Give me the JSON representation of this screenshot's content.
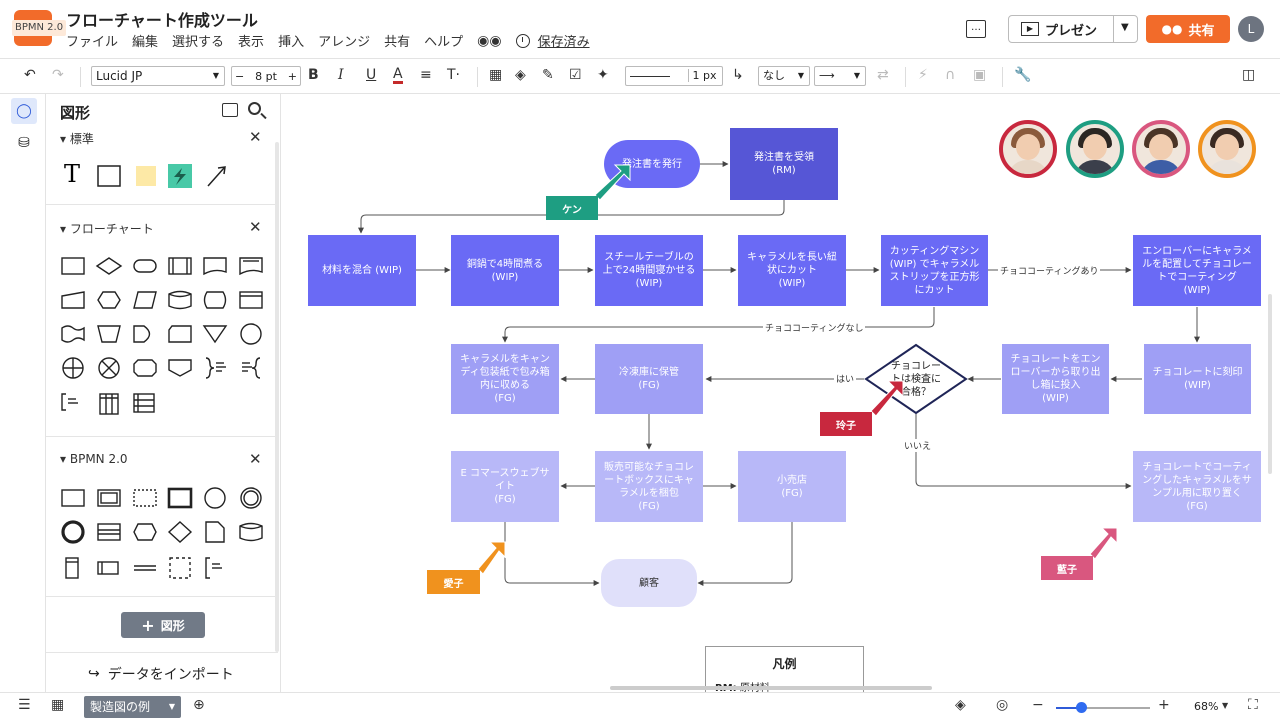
{
  "app": {
    "logo_label": "BPMN 2.0",
    "doc_title": "フローチャート作成ツール",
    "menu": [
      "ファイル",
      "編集",
      "選択する",
      "表示",
      "挿入",
      "アレンジ",
      "共有",
      "ヘルプ"
    ],
    "saved_label": "保存済み",
    "present_label": "プレゼン",
    "share_label": "共有",
    "user_initial": "L",
    "brand_color": "#f26b2a"
  },
  "toolbar": {
    "font": "Lucid JP",
    "font_size": "8 pt",
    "line_width": "1 px",
    "line_start": "なし"
  },
  "panel": {
    "title": "図形",
    "sections": {
      "standard": "標準",
      "flowchart": "フローチャート",
      "bpmn": "BPMN 2.0"
    },
    "add_shape": "図形",
    "import": "データをインポート"
  },
  "canvas": {
    "nodes": {
      "start": "発注書を発行",
      "receive": "発注書を受領\n(RM)",
      "mix": "材料を混合 (WIP)",
      "boil": "銅鍋で4時間煮る\n(WIP)",
      "cool": "スチールテーブルの上で24時間寝かせる\n(WIP)",
      "cut_strip": "キャラメルを長い紐状にカット\n(WIP)",
      "cut_square": "カッティングマシン (WIP) でキャラメルストリップを正方形にカット",
      "enrober": "エンローバーにキャラメルを配置してチョコレートでコーティング\n(WIP)",
      "wrap": "キャラメルをキャンディ包装紙で包み箱内に収める\n(FG)",
      "fridge": "冷凍庫に保管\n(FG)",
      "decision": "チョコレートは検査に合格？",
      "boxing": "チョコレートをエンローバーから取り出し箱に投入\n(WIP)",
      "engrave": "チョコレートに刻印\n(WIP)",
      "ecommerce": "E コマースウェブサイト\n(FG)",
      "pack": "販売可能なチョコレートボックスにキャラメルを梱包\n(FG)",
      "retail": "小売店\n(FG)",
      "sample": "チョコレートでコーティングしたキャラメルをサンプル用に取り置く\n(FG)",
      "customer": "顧客"
    },
    "edge_labels": {
      "coat_yes": "チョココーティングあり",
      "coat_no": "チョココーティングなし",
      "yes": "はい",
      "no": "いいえ"
    },
    "tags": {
      "ken": "ケン",
      "reiko": "玲子",
      "aiko": "愛子",
      "ranko": "藍子"
    },
    "legend": {
      "title": "凡例",
      "item_key": "RM:",
      "item_value": "原材料"
    },
    "colors": {
      "tag_ken": "#1e9e82",
      "tag_reiko": "#c8283e",
      "tag_aiko": "#f0921e",
      "tag_ranko": "#d9577f"
    }
  },
  "statusbar": {
    "page_name": "製造図の例",
    "zoom": "68%",
    "zoom_level": 0.27
  }
}
